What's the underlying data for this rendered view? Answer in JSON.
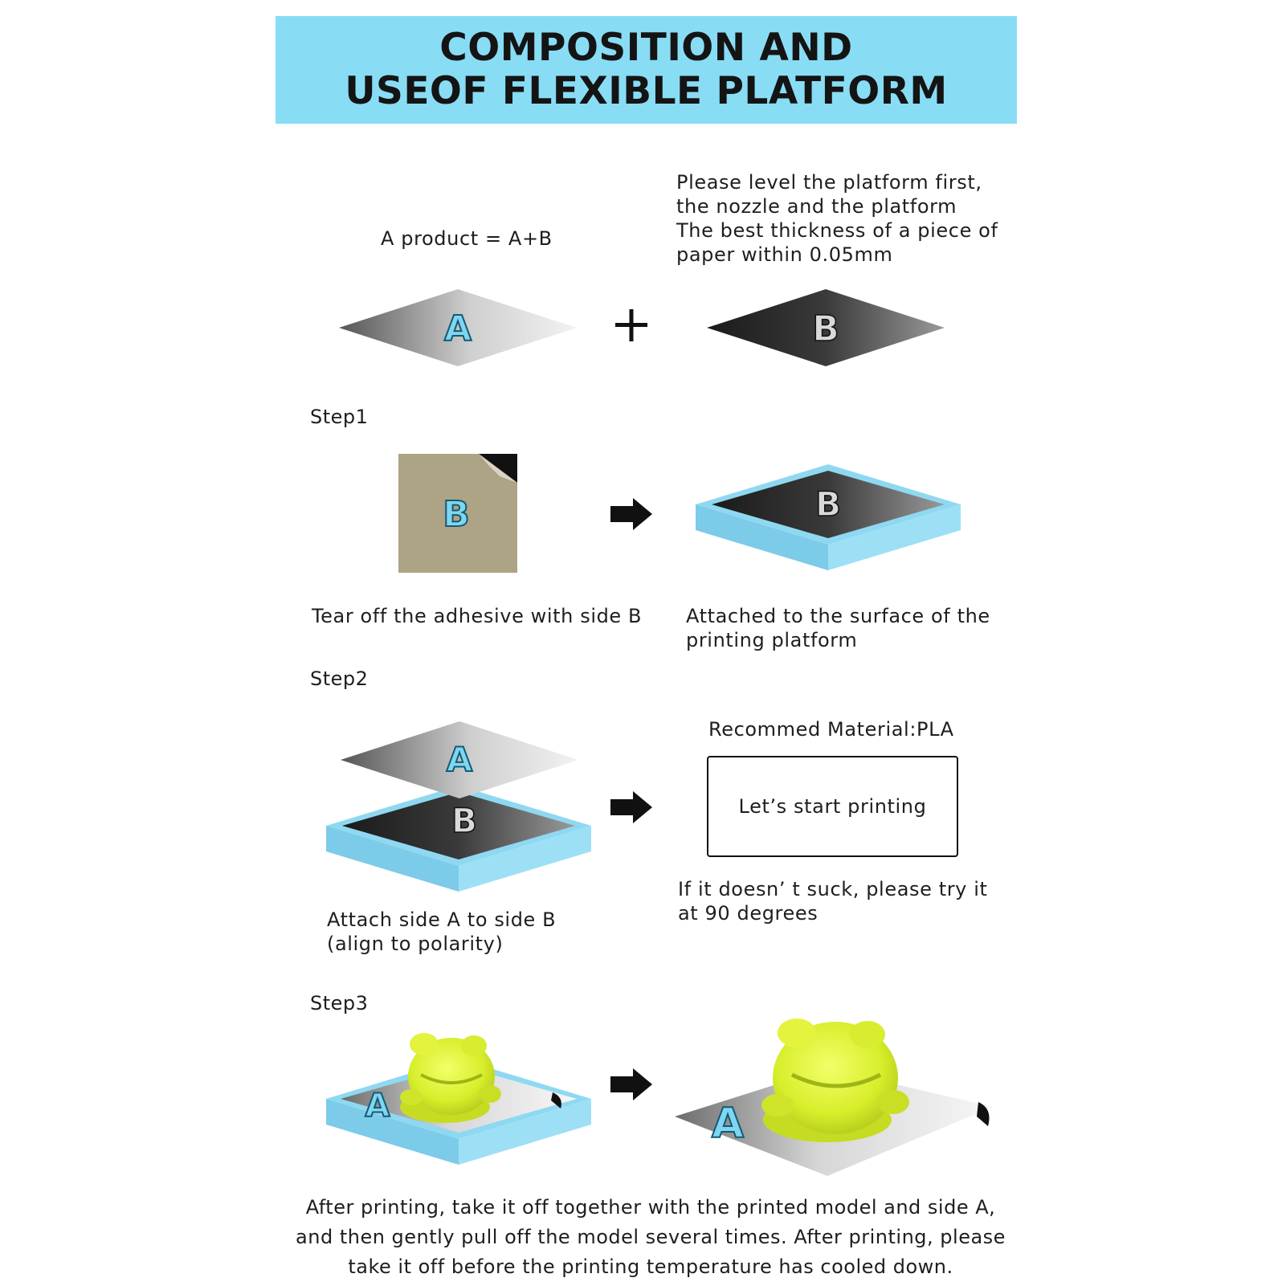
{
  "header": {
    "title_line1": "COMPOSITION AND",
    "title_line2": "USEOF FLEXIBLE PLATFORM"
  },
  "intro": {
    "product_label": "A product = A+B",
    "level_note": [
      "Please level the platform first,",
      "the nozzle and the platform",
      "The best thickness of a piece of",
      "paper within 0.05mm"
    ],
    "plus_sign": "+",
    "letter_a": "A",
    "letter_b": "B"
  },
  "step1": {
    "label": "Step1",
    "caption_left": "Tear off the adhesive with side B",
    "caption_right": [
      "Attached to the surface of the",
      "printing platform"
    ]
  },
  "step2": {
    "label": "Step2",
    "caption_left": [
      "Attach side A to side B",
      "(align to polarity)"
    ],
    "material": "Recommed Material:PLA",
    "start_button": "Let’s start printing",
    "tip": [
      "If it doesn’  t suck, please try it",
      "at 90 degrees"
    ]
  },
  "step3": {
    "label": "Step3",
    "final_text": [
      "After printing, take it off together with the printed model and side A,",
      "and then gently pull off the model several times. After printing, please",
      "take it off before the printing temperature has cooled down."
    ]
  },
  "colors": {
    "banner": "#88ddf5",
    "platform_blue": "#8fd8f2",
    "letter_fill": "#7fd6f2",
    "sticker_tan": "#ada385",
    "model_yellow": "#d9ef2c"
  },
  "icons": [
    "arrow-right-icon",
    "plus-icon",
    "frog-model-icon"
  ]
}
